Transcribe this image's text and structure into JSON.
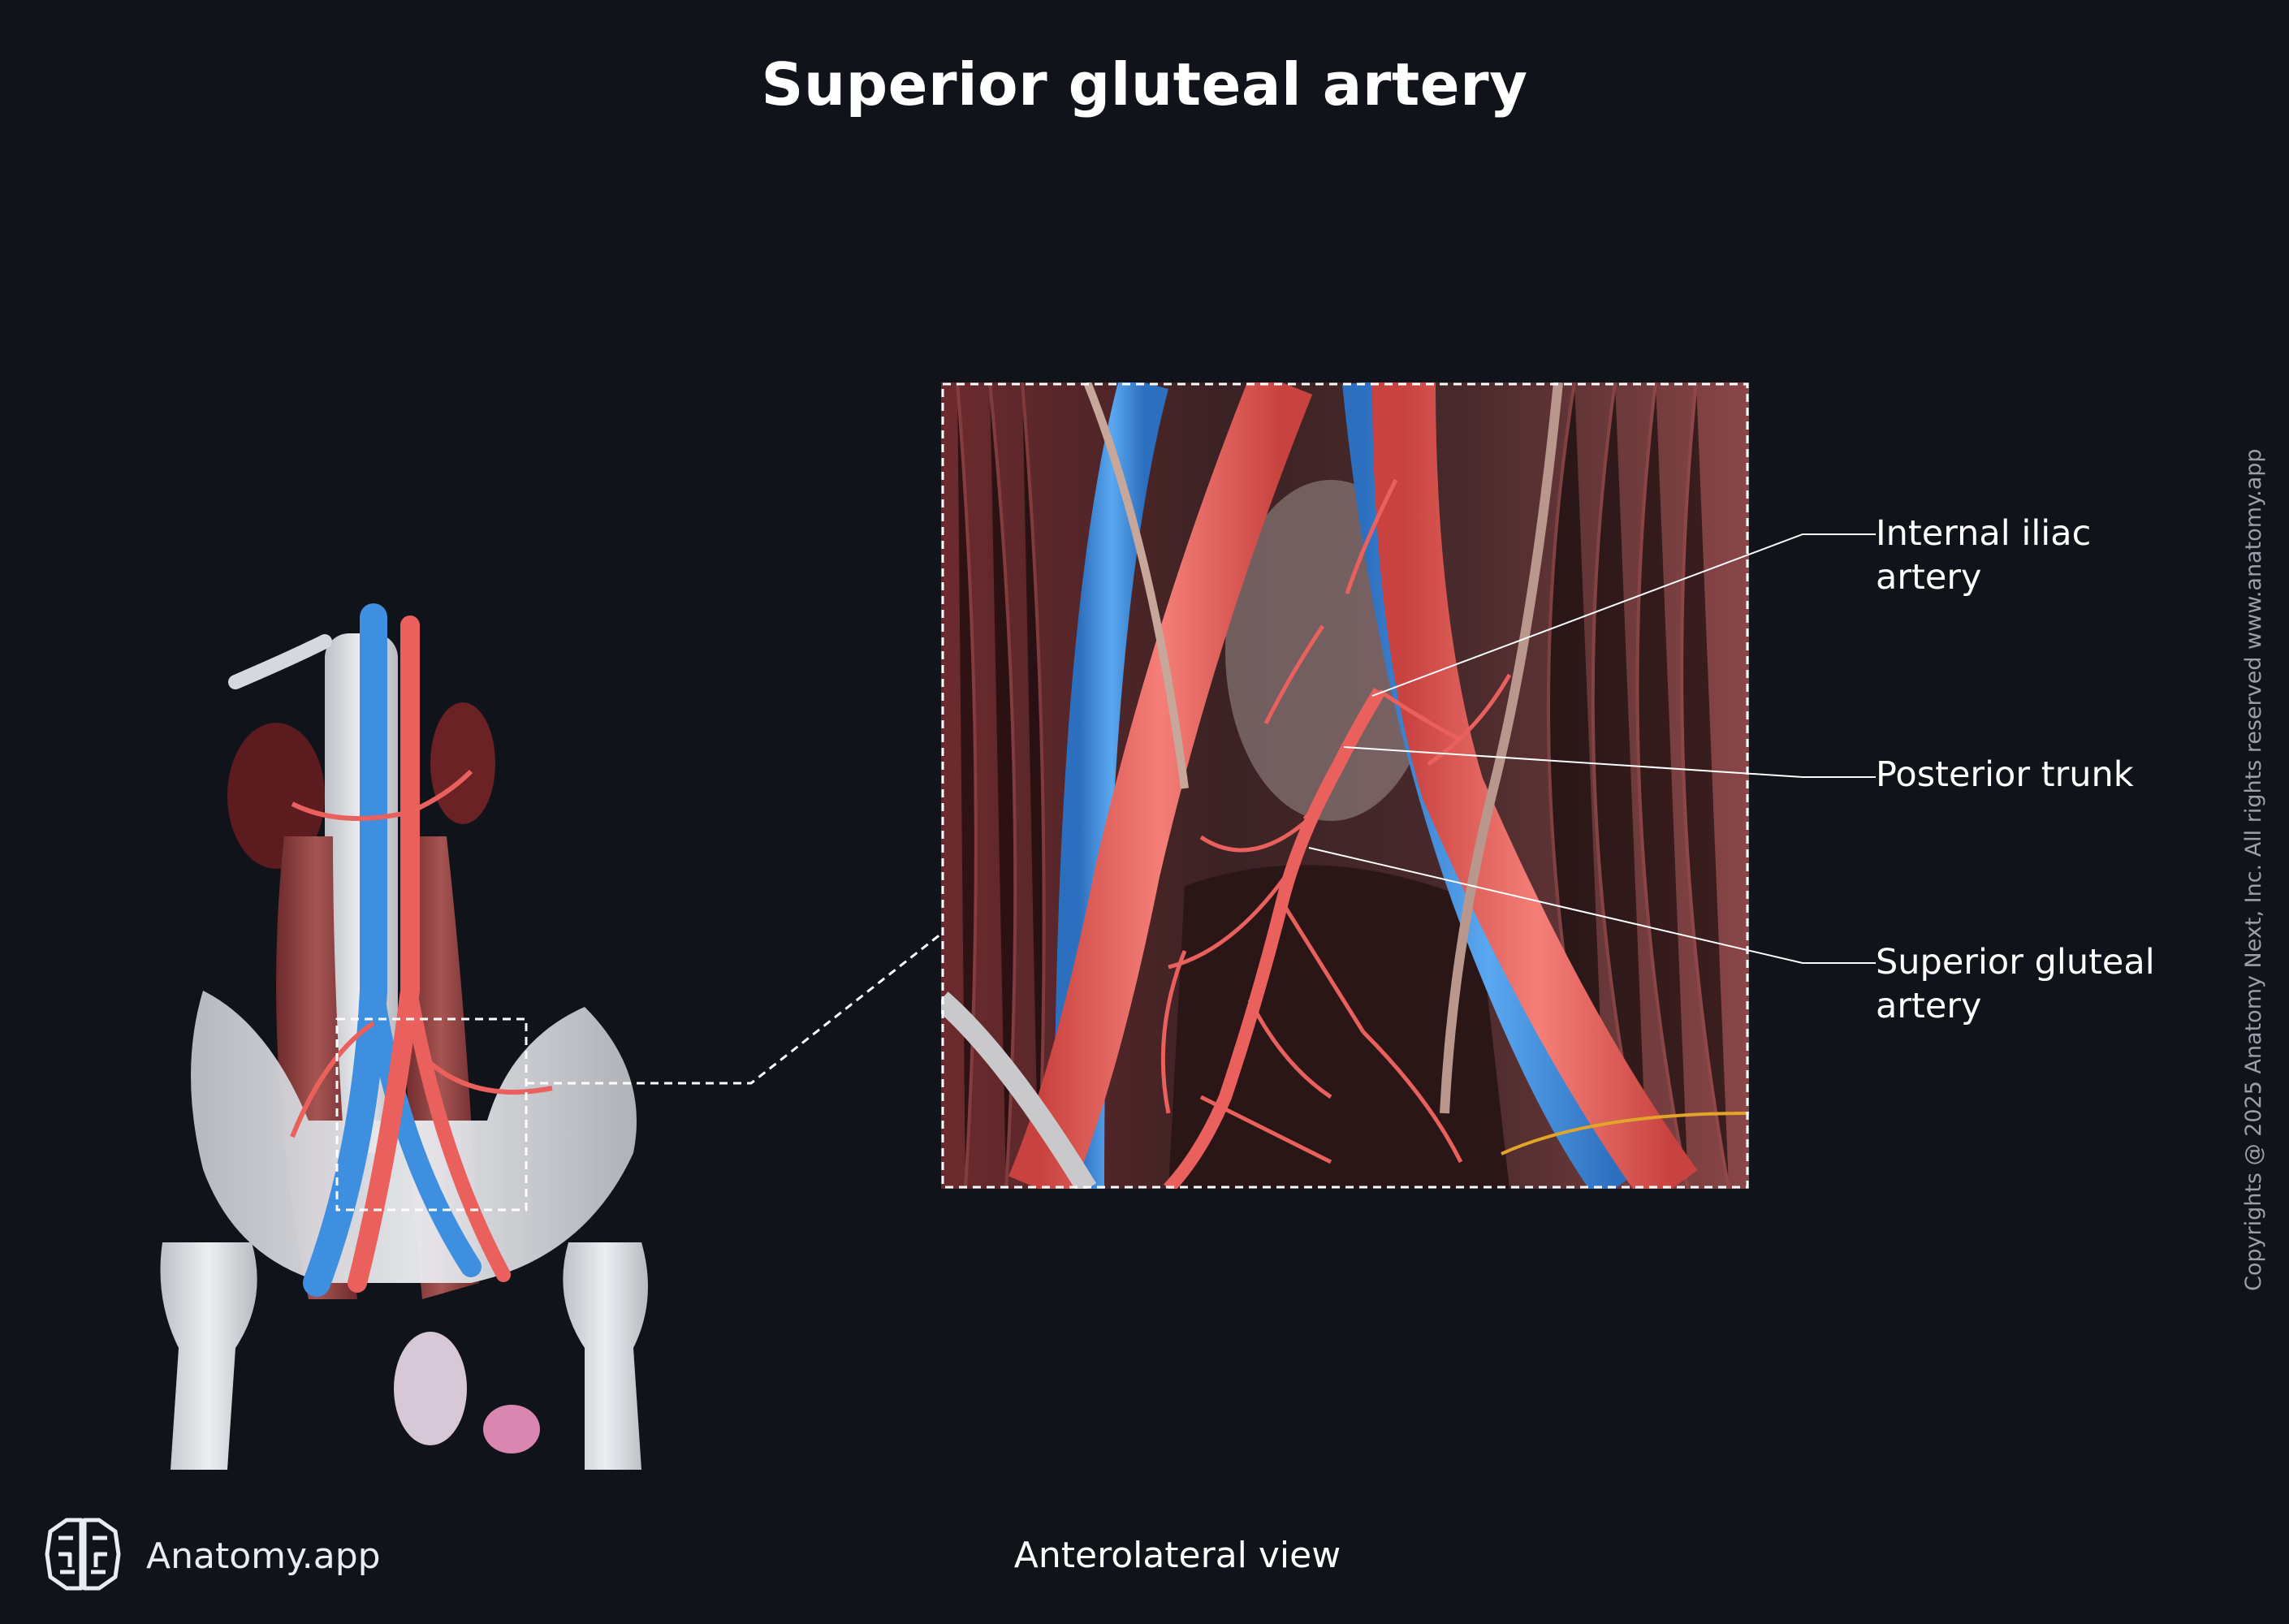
{
  "title": "Superior gluteal artery",
  "labels": {
    "internal_iliac": [
      "Internal iliac",
      "artery"
    ],
    "posterior_trunk": [
      "Posterior trunk"
    ],
    "superior_gluteal": [
      "Superior gluteal",
      "artery"
    ]
  },
  "view_caption": "Anterolateral view",
  "brand": {
    "name": "Anatomy.app",
    "logo_icon": "brain-logo-icon"
  },
  "copyright": "Copyrights @ 2025 Anatomy Next, Inc. All rights reserved www.anatomy.app",
  "colors": {
    "background": "#10131a",
    "artery": "#e9605c",
    "vein": "#3e8fe0",
    "muscle": "#8a3b3b",
    "bone": "#d9dbe0"
  }
}
